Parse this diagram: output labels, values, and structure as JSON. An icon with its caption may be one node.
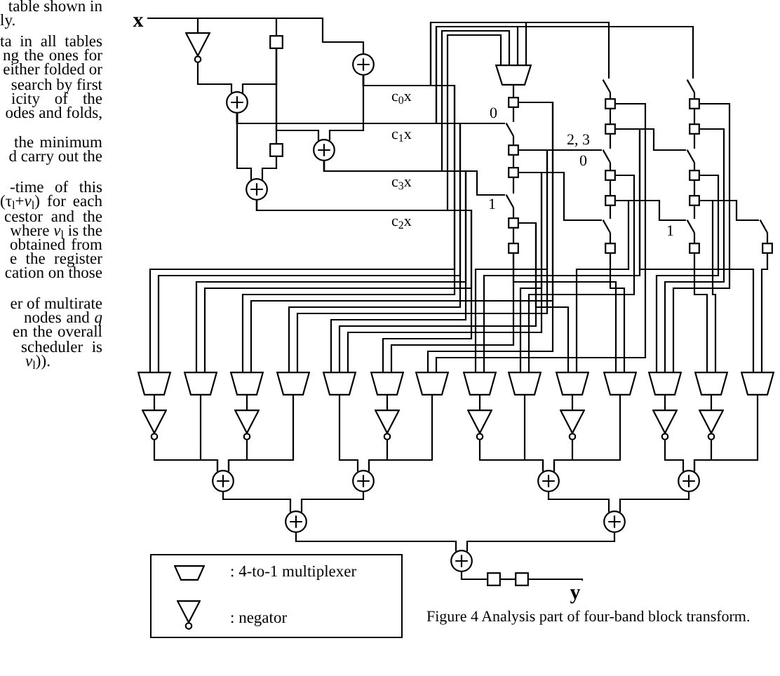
{
  "diagram": {
    "caption": "Figure 4 Analysis part of four-band block transform.",
    "nodes": [
      {
        "text": [
          "x"
        ]
      },
      {
        "text": [],
        "shape": "triangle"
      },
      {
        "text": [],
        "shape": "box"
      },
      {
        "text": [],
        "shape": "circle"
      },
      {
        "text": [],
        "shape": "circle"
      },
      {
        "text": [],
        "shape": "box"
      },
      {
        "text": [],
        "shape": "circle"
      },
      {
        "text": [],
        "shape": "circle"
      },
      {
        "text": [],
        "shape": "trapezoid"
      },
      {
        "text": [],
        "shape": "box"
      },
      {
        "text": [],
        "shape": "switch"
      },
      {
        "text": [],
        "shape": "box"
      },
      {
        "text": [],
        "shape": "box"
      },
      {
        "text": [],
        "shape": "switch"
      },
      {
        "text": [],
        "shape": "box"
      },
      {
        "text": [],
        "shape": "box"
      },
      {
        "text": [],
        "shape": "switch"
      },
      {
        "text": [],
        "shape": "box"
      },
      {
        "text": [],
        "shape": "box"
      },
      {
        "text": [],
        "shape": "switch"
      },
      {
        "text": [],
        "shape": "box"
      },
      {
        "text": [],
        "shape": "box"
      },
      {
        "text": [],
        "shape": "switch"
      },
      {
        "text": [],
        "shape": "box"
      },
      {
        "text": [],
        "shape": "switch"
      },
      {
        "text": [],
        "shape": "box"
      },
      {
        "text": [],
        "shape": "box"
      },
      {
        "text": [],
        "shape": "switch"
      },
      {
        "text": [],
        "shape": "box"
      },
      {
        "text": [],
        "shape": "box"
      },
      {
        "text": [],
        "shape": "switch"
      },
      {
        "text": [],
        "shape": "box"
      },
      {
        "text": [],
        "shape": "switch"
      },
      {
        "text": [],
        "shape": "box"
      },
      {
        "text": [],
        "shape": "trapezoid"
      },
      {
        "text": [],
        "shape": "trapezoid"
      },
      {
        "text": [],
        "shape": "trapezoid"
      },
      {
        "text": [],
        "shape": "trapezoid"
      },
      {
        "text": [],
        "shape": "trapezoid"
      },
      {
        "text": [],
        "shape": "trapezoid"
      },
      {
        "text": [],
        "shape": "trapezoid"
      },
      {
        "text": [],
        "shape": "trapezoid"
      },
      {
        "text": [],
        "shape": "trapezoid"
      },
      {
        "text": [],
        "shape": "trapezoid"
      },
      {
        "text": [],
        "shape": "trapezoid"
      },
      {
        "text": [],
        "shape": "trapezoid"
      },
      {
        "text": [],
        "shape": "trapezoid"
      },
      {
        "text": [],
        "shape": "trapezoid"
      },
      {
        "text": [],
        "shape": "triangle"
      },
      {
        "text": [],
        "shape": "triangle"
      },
      {
        "text": [],
        "shape": "triangle"
      },
      {
        "text": [],
        "shape": "triangle"
      },
      {
        "text": [],
        "shape": "triangle"
      },
      {
        "text": [],
        "shape": "triangle"
      },
      {
        "text": [],
        "shape": "triangle"
      },
      {
        "text": [],
        "shape": "circle"
      },
      {
        "text": [],
        "shape": "circle"
      },
      {
        "text": [],
        "shape": "circle"
      },
      {
        "text": [],
        "shape": "circle"
      },
      {
        "text": [],
        "shape": "circle"
      },
      {
        "text": [],
        "shape": "circle"
      },
      {
        "text": [],
        "shape": "circle"
      },
      {
        "text": [],
        "shape": "box"
      },
      {
        "text": [],
        "shape": "box"
      },
      {
        "text": [
          "y"
        ]
      }
    ],
    "edges": [
      {
        "from": 0,
        "to": 1,
        "arrow": "none"
      },
      {
        "from": 0,
        "to": 2,
        "arrow": "none"
      },
      {
        "from": 0,
        "to": 3,
        "arrow": "none"
      },
      {
        "from": 1,
        "to": 4,
        "arrow": "none"
      },
      {
        "from": 2,
        "to": 4,
        "arrow": "none"
      },
      {
        "from": 2,
        "to": 5,
        "arrow": "none"
      },
      {
        "from": 2,
        "to": 6,
        "arrow": "none"
      },
      {
        "from": 3,
        "to": 6,
        "arrow": "none"
      },
      {
        "from": 4,
        "to": 7,
        "arrow": "none"
      },
      {
        "from": 5,
        "to": 7,
        "arrow": "none"
      },
      {
        "from": 3,
        "to": 8,
        "arrow": "none",
        "label": "c$_{0}$x"
      },
      {
        "from": 4,
        "to": 8,
        "arrow": "none",
        "label": "c$_{1}$x"
      },
      {
        "from": 6,
        "to": 8,
        "arrow": "none",
        "label": "c$_{3}$x"
      },
      {
        "from": 7,
        "to": 8,
        "arrow": "none",
        "label": "c$_{2}$x"
      },
      {
        "from": 8,
        "to": 9,
        "arrow": "none"
      },
      {
        "from": 9,
        "to": 10,
        "arrow": "none"
      },
      {
        "from": 10,
        "to": 11,
        "arrow": "none"
      },
      {
        "from": 11,
        "to": 12,
        "arrow": "none"
      },
      {
        "from": 12,
        "to": 13,
        "arrow": "none"
      },
      {
        "from": 13,
        "to": 14,
        "arrow": "none"
      },
      {
        "from": 14,
        "to": 15,
        "arrow": "none"
      },
      {
        "from": 4,
        "to": 10,
        "arrow": "none"
      },
      {
        "from": 6,
        "to": 13,
        "arrow": "none"
      },
      {
        "from": 3,
        "to": 16,
        "arrow": "none"
      },
      {
        "from": 4,
        "to": 24,
        "arrow": "none"
      },
      {
        "from": 16,
        "to": 17,
        "arrow": "none"
      },
      {
        "from": 17,
        "to": 18,
        "arrow": "none"
      },
      {
        "from": 18,
        "to": 19,
        "arrow": "none"
      },
      {
        "from": 19,
        "to": 20,
        "arrow": "none"
      },
      {
        "from": 20,
        "to": 21,
        "arrow": "none"
      },
      {
        "from": 21,
        "to": 22,
        "arrow": "none"
      },
      {
        "from": 22,
        "to": 23,
        "arrow": "none"
      },
      {
        "from": 24,
        "to": 25,
        "arrow": "none"
      },
      {
        "from": 25,
        "to": 26,
        "arrow": "none"
      },
      {
        "from": 26,
        "to": 27,
        "arrow": "none"
      },
      {
        "from": 27,
        "to": 28,
        "arrow": "none"
      },
      {
        "from": 28,
        "to": 29,
        "arrow": "none"
      },
      {
        "from": 29,
        "to": 30,
        "arrow": "none"
      },
      {
        "from": 30,
        "to": 31,
        "arrow": "none"
      },
      {
        "from": 32,
        "to": 33,
        "arrow": "none"
      },
      {
        "from": 11,
        "to": 19,
        "arrow": "none"
      },
      {
        "from": 12,
        "to": 22,
        "arrow": "none"
      },
      {
        "from": 18,
        "to": 27,
        "arrow": "none"
      },
      {
        "from": 21,
        "to": 30,
        "arrow": "none"
      },
      {
        "from": 29,
        "to": 32,
        "arrow": "none"
      },
      {
        "from": 3,
        "to": 34,
        "arrow": "none"
      },
      {
        "from": 4,
        "to": 34,
        "arrow": "none"
      },
      {
        "from": 6,
        "to": 35,
        "arrow": "none"
      },
      {
        "from": 7,
        "to": 35,
        "arrow": "none"
      },
      {
        "from": 3,
        "to": 36,
        "arrow": "none"
      },
      {
        "from": 9,
        "to": 36,
        "arrow": "none"
      },
      {
        "from": 4,
        "to": 37,
        "arrow": "none"
      },
      {
        "from": 11,
        "to": 37,
        "arrow": "none"
      },
      {
        "from": 6,
        "to": 38,
        "arrow": "none"
      },
      {
        "from": 12,
        "to": 38,
        "arrow": "none"
      },
      {
        "from": 14,
        "to": 38,
        "arrow": "none"
      },
      {
        "from": 7,
        "to": 39,
        "arrow": "none"
      },
      {
        "from": 15,
        "to": 39,
        "arrow": "none"
      },
      {
        "from": 9,
        "to": 40,
        "arrow": "none"
      },
      {
        "from": 17,
        "to": 40,
        "arrow": "none"
      },
      {
        "from": 11,
        "to": 41,
        "arrow": "none"
      },
      {
        "from": 18,
        "to": 41,
        "arrow": "none"
      },
      {
        "from": 12,
        "to": 42,
        "arrow": "none"
      },
      {
        "from": 20,
        "to": 42,
        "arrow": "none"
      },
      {
        "from": 14,
        "to": 43,
        "arrow": "none"
      },
      {
        "from": 21,
        "to": 43,
        "arrow": "none"
      },
      {
        "from": 15,
        "to": 44,
        "arrow": "none"
      },
      {
        "from": 23,
        "to": 44,
        "arrow": "none"
      },
      {
        "from": 25,
        "to": 45,
        "arrow": "none"
      },
      {
        "from": 26,
        "to": 45,
        "arrow": "none"
      },
      {
        "from": 28,
        "to": 45,
        "arrow": "none"
      },
      {
        "from": 29,
        "to": 46,
        "arrow": "none"
      },
      {
        "from": 31,
        "to": 46,
        "arrow": "none"
      },
      {
        "from": 33,
        "to": 47,
        "arrow": "none"
      },
      {
        "from": 18,
        "to": 47,
        "arrow": "none"
      },
      {
        "from": 34,
        "to": 48,
        "arrow": "none"
      },
      {
        "from": 36,
        "to": 49,
        "arrow": "none"
      },
      {
        "from": 39,
        "to": 50,
        "arrow": "none"
      },
      {
        "from": 41,
        "to": 51,
        "arrow": "none"
      },
      {
        "from": 43,
        "to": 52,
        "arrow": "none"
      },
      {
        "from": 45,
        "to": 53,
        "arrow": "none"
      },
      {
        "from": 46,
        "to": 54,
        "arrow": "none"
      },
      {
        "from": 48,
        "to": 55,
        "arrow": "none"
      },
      {
        "from": 35,
        "to": 55,
        "arrow": "none"
      },
      {
        "from": 49,
        "to": 55,
        "arrow": "none"
      },
      {
        "from": 37,
        "to": 55,
        "arrow": "none"
      },
      {
        "from": 38,
        "to": 56,
        "arrow": "none"
      },
      {
        "from": 50,
        "to": 56,
        "arrow": "none"
      },
      {
        "from": 40,
        "to": 56,
        "arrow": "none"
      },
      {
        "from": 51,
        "to": 57,
        "arrow": "none"
      },
      {
        "from": 42,
        "to": 57,
        "arrow": "none"
      },
      {
        "from": 52,
        "to": 57,
        "arrow": "none"
      },
      {
        "from": 44,
        "to": 57,
        "arrow": "none"
      },
      {
        "from": 53,
        "to": 58,
        "arrow": "none"
      },
      {
        "from": 54,
        "to": 58,
        "arrow": "none"
      },
      {
        "from": 47,
        "to": 58,
        "arrow": "none"
      },
      {
        "from": 55,
        "to": 59,
        "arrow": "none"
      },
      {
        "from": 56,
        "to": 59,
        "arrow": "none"
      },
      {
        "from": 57,
        "to": 60,
        "arrow": "none"
      },
      {
        "from": 58,
        "to": 60,
        "arrow": "none"
      },
      {
        "from": 59,
        "to": 61,
        "arrow": "none"
      },
      {
        "from": 60,
        "to": 61,
        "arrow": "none"
      },
      {
        "from": 61,
        "to": 62,
        "arrow": "none"
      },
      {
        "from": 62,
        "to": 63,
        "arrow": "none"
      },
      {
        "from": 63,
        "to": 64,
        "arrow": "none"
      }
    ],
    "labels": [
      "table shown in",
      "ly.",
      "ta in all tables",
      "ng the ones for",
      "either folded or",
      "search by first",
      "icity of the",
      "odes and folds,",
      "the minimum",
      "d carry out the",
      "-time of this",
      "(τ$_{l}$+*v*$_{l}$) for each",
      "cestor and the",
      "where *v*$_{l}$ is the",
      "obtained from",
      "e the register",
      "cation on those",
      "er of multirate",
      "nodes and *q*",
      "en the overall",
      "scheduler is",
      "*v*$_{l}$)).",
      "0",
      "2, 3",
      "0",
      "1",
      "1"
    ],
    "legend": [
      {
        "text": ": 4-to-1 multiplexer"
      },
      {
        "text": ": negator"
      }
    ]
  }
}
